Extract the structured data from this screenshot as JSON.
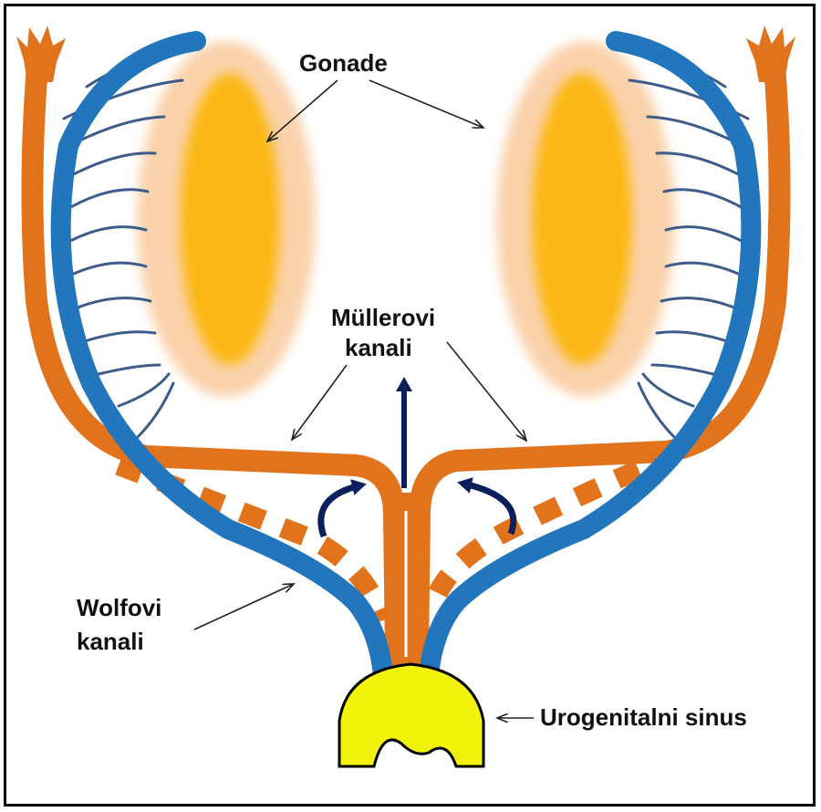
{
  "labels": {
    "gonade": "Gonade",
    "muller_line1": "Müllerovi",
    "muller_line2": "kanali",
    "wolf_line1": "Wolfovi",
    "wolf_line2": "kanali",
    "sinus": "Urogenitalni sinus"
  },
  "colors": {
    "wolffian_duct": "#2176bc",
    "mullerian_duct": "#e2731d",
    "gonad_outer": "#f8c79a",
    "gonad_inner": "#fcb812",
    "sinus": "#f2f20a",
    "navy_arrow": "#0c1f5c",
    "tubules": "#3d5c8a"
  }
}
